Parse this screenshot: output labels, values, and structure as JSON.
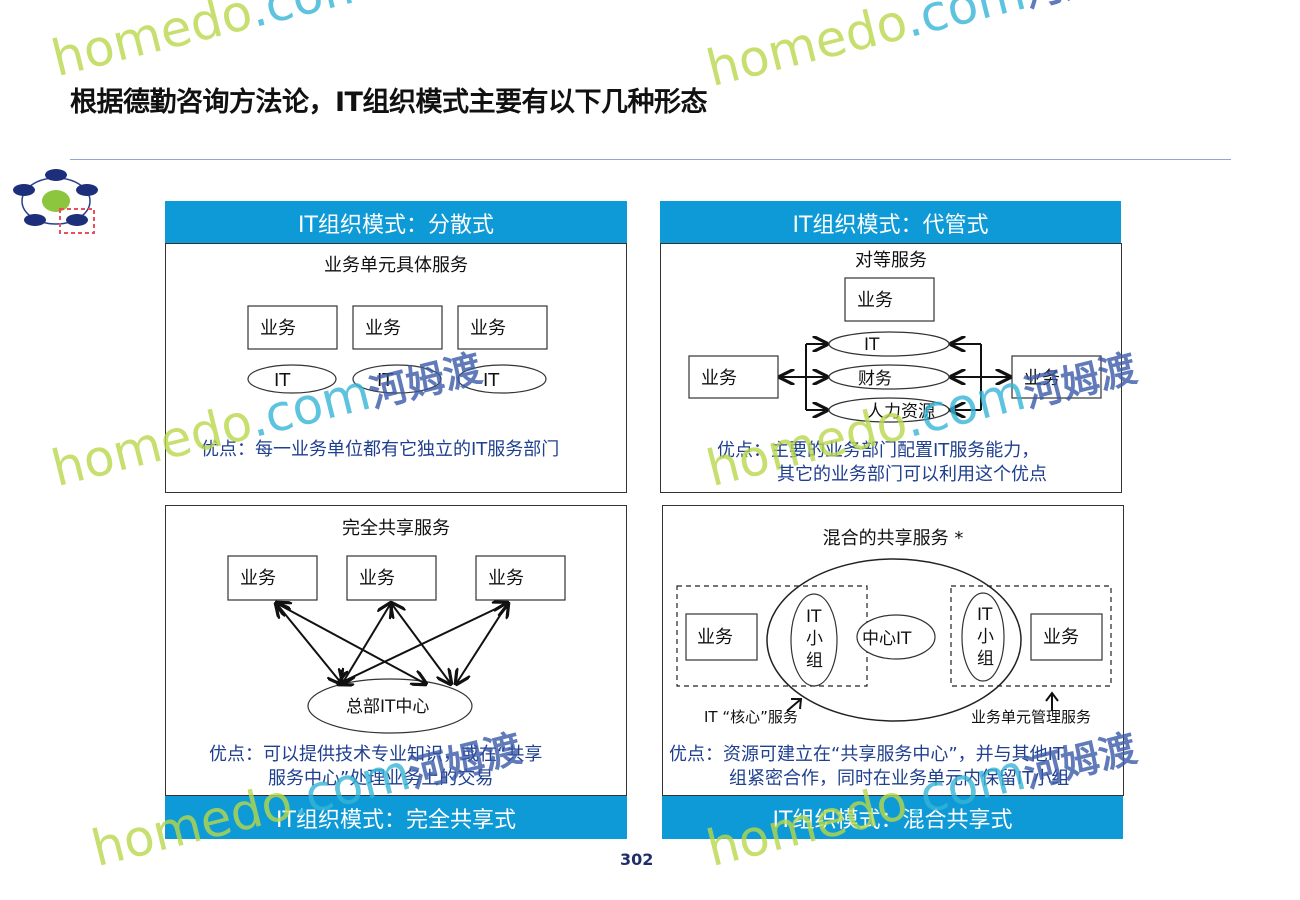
{
  "title": "根据德勤咨询方法论，IT组织模式主要有以下几种形态",
  "page_number": "302",
  "watermark": {
    "latin": "homedo",
    "domain": ".com",
    "chinese": "河姆渡"
  },
  "colors": {
    "banner": "#0d9ad6",
    "text_blue": "#1f3f8f",
    "rule": "#8fa6d6"
  },
  "panels": {
    "decentralized": {
      "banner": "IT组织模式：分散式",
      "heading": "业务单元具体服务",
      "business": [
        "业务",
        "业务",
        "业务"
      ],
      "it": [
        "IT",
        "IT",
        "IT"
      ],
      "advantage": "优点：每一业务单位都有它独立的IT服务部门"
    },
    "managed": {
      "banner": "IT组织模式：代管式",
      "heading": "对等服务",
      "business_top": "业务",
      "business_left": "业务",
      "business_right": "业务",
      "services": [
        "IT",
        "财务",
        "人力资源"
      ],
      "advantage_line1": "优点：主要的业务部门配置IT服务能力，",
      "advantage_line2": "其它的业务部门可以利用这个优点"
    },
    "shared": {
      "banner": "IT组织模式：完全共享式",
      "heading": "完全共享服务",
      "business": [
        "业务",
        "业务",
        "业务"
      ],
      "center": "总部IT中心",
      "advantage_line1": "优点：可以提供技术专业知识，或在“共享",
      "advantage_line2": "服务中心”处理业务上的交易"
    },
    "hybrid": {
      "banner": "IT组织模式：混合共享式",
      "heading": "混合的共享服务 *",
      "business_left": "业务",
      "business_right": "业务",
      "it_group": [
        "IT",
        "小",
        "组"
      ],
      "center_it": "中心IT",
      "label_core": "IT “核心”服务",
      "label_unit": "业务单元管理服务",
      "advantage_line1": "优点：资源可建立在“共享服务中心”，并与其他IT",
      "advantage_line2": "组紧密合作，同时在业务单元内保留IT小组"
    }
  }
}
